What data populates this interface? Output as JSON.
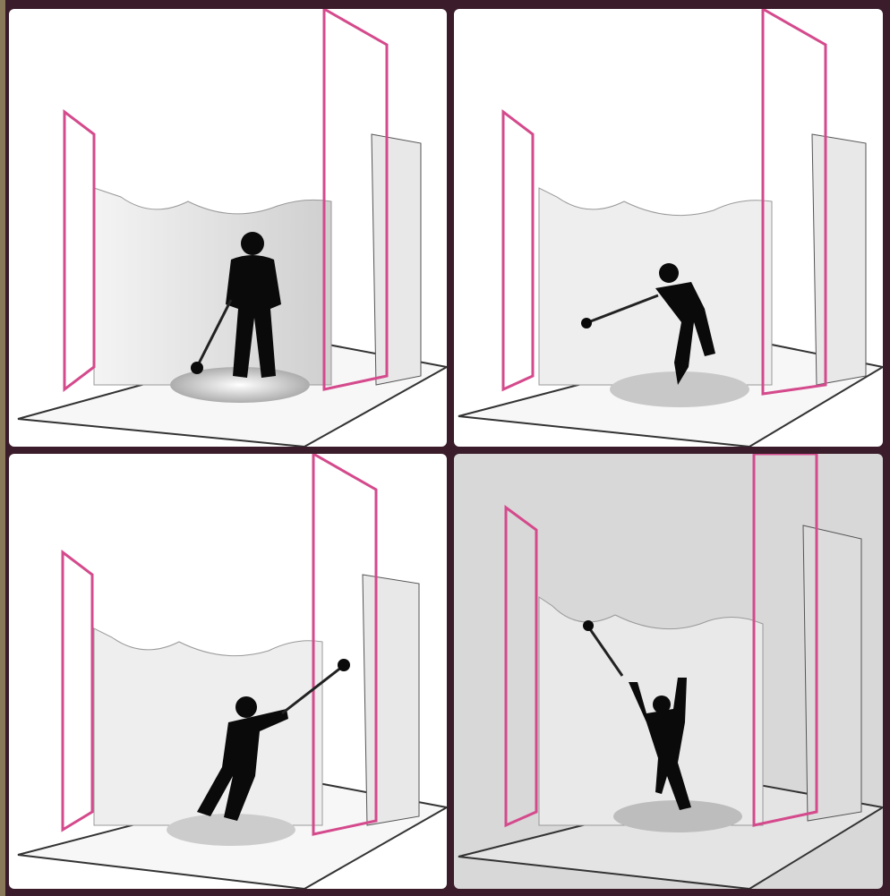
{
  "figure": {
    "description_panels": [
      {
        "id": "phase-1",
        "pose": "wind"
      },
      {
        "id": "phase-2",
        "pose": "turn"
      },
      {
        "id": "phase-3",
        "pose": "turn-late"
      },
      {
        "id": "phase-4",
        "pose": "release"
      }
    ]
  },
  "colors": {
    "frame": "#3a1c2a",
    "cage_post": "#d44a8c",
    "net": "#e6e6e6",
    "silhouette": "#0a0a0a",
    "panel_bg_light": "#ffffff",
    "panel_bg_gray": "#d8d8d8"
  }
}
